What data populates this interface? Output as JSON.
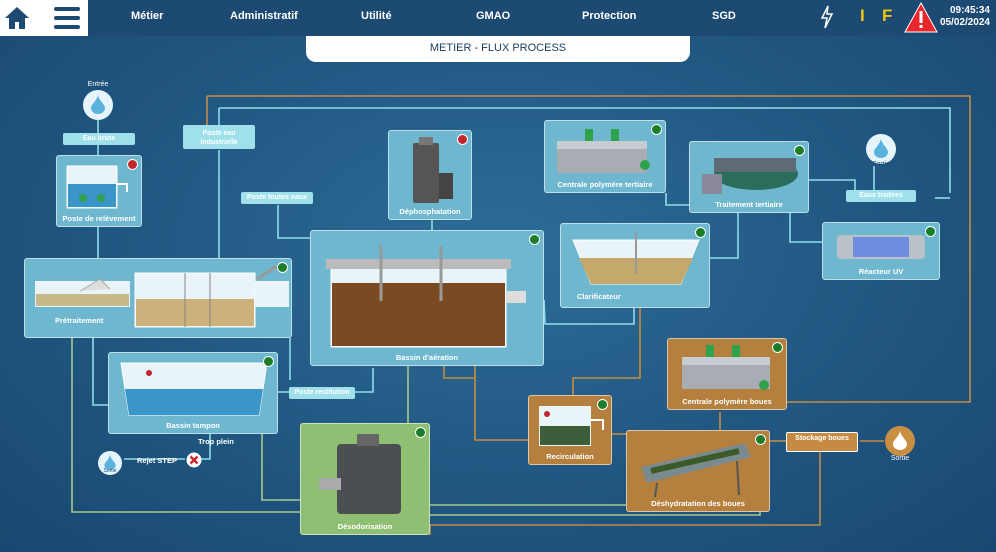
{
  "header": {
    "menu": [
      "Métier",
      "Administratif",
      "Utilité",
      "GMAO",
      "Protection",
      "SGD"
    ],
    "status_icons": [
      "I",
      "F"
    ],
    "time": "09:45:34",
    "date": "05/02/2024",
    "icons": {
      "home": "home-icon",
      "menu": "hamburger-icon",
      "power": "lightning-icon",
      "alarm": "warning-icon"
    }
  },
  "page_title": "METIER - FLUX PROCESS",
  "inputs": {
    "entree": "Entrée",
    "eau_brute": "Eau brute",
    "poste_eau_industrielle": "Poste eau industrielle",
    "poste_toutes_eaux": "Poste toutes eaux",
    "poste_restitution": "Poste restitution",
    "eaux_traitees": "Eaux traitées",
    "sortie": "Sortie",
    "stockage_boues": "Stockage boues",
    "sortie_boues": "Sortie",
    "trop_plein": "Trop plein",
    "rejet_step": "Rejet STEP",
    "sortie_rejet": "Sortie"
  },
  "panels": {
    "poste_relevement": {
      "label": "Poste de relèvement",
      "status": "alarm"
    },
    "pretraitement": {
      "label": "Prétraitement",
      "status": "ok"
    },
    "bassin_tampon": {
      "label": "Bassin tampon",
      "status": "ok"
    },
    "dephosphatation": {
      "label": "Déphosphatation",
      "status": "alarm"
    },
    "bassin_aeration": {
      "label": "Bassin d'aération",
      "status": "ok"
    },
    "centrale_polymere_tertiaire": {
      "label": "Centrale polymère tertiaire",
      "status": "ok"
    },
    "traitement_tertiaire": {
      "label": "Traitement tertiaire",
      "status": "ok"
    },
    "clarificateur": {
      "label": "Clarificateur",
      "status": "ok"
    },
    "reacteur_uv": {
      "label": "Réacteur UV",
      "status": "ok"
    },
    "centrale_polymere_boues": {
      "label": "Centrale polymère boues",
      "status": "ok"
    },
    "recirculation": {
      "label": "Recirculation",
      "status": "ok"
    },
    "deshydratation": {
      "label": "Déshydratation des boues",
      "status": "ok"
    },
    "desodorisation": {
      "label": "Désodorisation",
      "status": "ok"
    }
  },
  "colors": {
    "panel_blue": "#6fb7ce",
    "panel_brown": "#b57f3e",
    "panel_green": "#8fbf72",
    "pipe_water": "#8fdcea",
    "pipe_sludge": "#c58b42",
    "pipe_air": "#a7c98a",
    "ok": "#1b7d2a",
    "alarm": "#c0262b"
  }
}
